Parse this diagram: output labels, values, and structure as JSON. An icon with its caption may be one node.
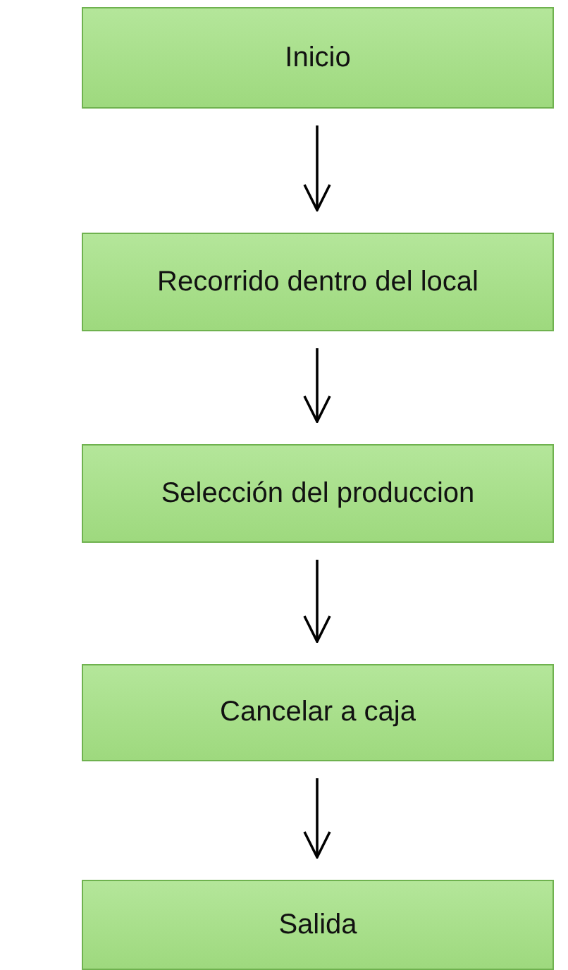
{
  "diagram": {
    "nodes": [
      {
        "text": [
          "Inicio"
        ]
      },
      {
        "text": [
          "Recorrido dentro del local"
        ]
      },
      {
        "text": [
          "Selección del produccion"
        ]
      },
      {
        "text": [
          "Cancelar a caja"
        ]
      },
      {
        "text": [
          "Salida"
        ]
      }
    ],
    "edges": [
      {
        "from": 0,
        "to": 1,
        "arrow": "to"
      },
      {
        "from": 1,
        "to": 2,
        "arrow": "to"
      },
      {
        "from": 2,
        "to": 3,
        "arrow": "to"
      },
      {
        "from": 3,
        "to": 4,
        "arrow": "to"
      }
    ]
  }
}
